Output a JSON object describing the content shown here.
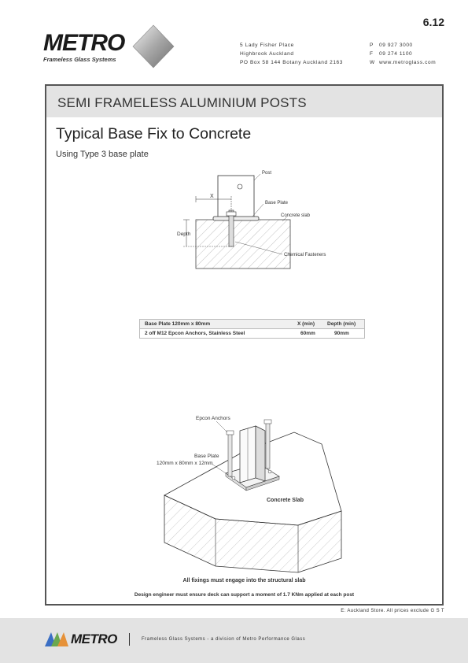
{
  "page_number": "6.12",
  "brand": {
    "name": "METRO",
    "tagline": "Frameless Glass Systems"
  },
  "address": [
    "5 Lady Fisher Place",
    "Highbrook Auckland",
    "PO Box 58 144 Botany Auckland 2163"
  ],
  "contact": [
    {
      "key": "P",
      "value": "09 927 3000"
    },
    {
      "key": "F",
      "value": "09 274 1100"
    },
    {
      "key": "W",
      "value": "www.metroglass.com"
    }
  ],
  "section_title": "SEMI FRAMELESS ALUMINIUM POSTS",
  "doc_title": "Typical Base Fix to Concrete",
  "doc_subtitle": "Using Type 3 base plate",
  "diagram1": {
    "label_post": "Post",
    "label_base_plate": "Base Plate",
    "label_concrete_slab": "Concrete slab",
    "label_depth": "Depth",
    "label_x": "X",
    "label_chemical": "Chemical Fasteners"
  },
  "spec_table": {
    "headers": [
      "Base Plate 120mm x 80mm",
      "X (min)",
      "Depth (min)"
    ],
    "rows": [
      [
        "2 off M12   Epcon Anchors, Stainless Steel",
        "60mm",
        "90mm"
      ]
    ]
  },
  "diagram2": {
    "label_anchors": "Epcon Anchors",
    "label_base_plate": "Base Plate",
    "label_base_plate_dims": "120mm x 80mm x 12mm",
    "label_slab": "Concrete Slab",
    "note1": "All fixings must engage into the structural slab",
    "note2": "Design engineer must ensure deck can support a moment of 1.7 KNm applied at each post"
  },
  "legal": "E: Auckland Store. All prices exclude G S T",
  "footer": {
    "brand": "METRO",
    "text": "Frameless Glass Systems - a division of Metro Performance Glass"
  }
}
